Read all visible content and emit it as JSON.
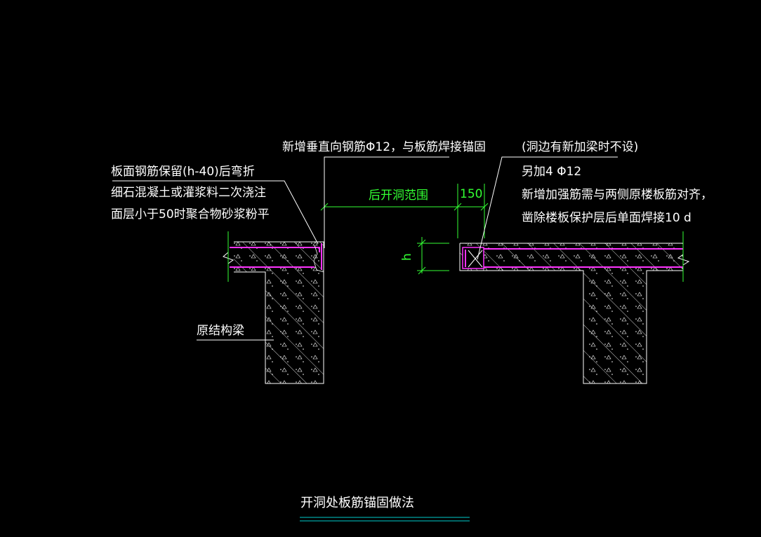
{
  "labels": {
    "vertical_rebar": "新增垂直向钢筋Φ12，与板筋焊接锚固",
    "top_rebar_line1": "板面钢筋保留(h-40)后弯折",
    "top_rebar_line2": "细石混凝土或灌浆料二次浇注",
    "top_rebar_line3": "面层小于50时聚合物砂浆粉平",
    "beam": "原结构梁",
    "right_line1": "(洞边有新加梁时不设)",
    "right_line2": "另加4 Φ12",
    "right_line3": "新增加强筋需与两侧原楼板筋对齐，",
    "right_line4": "凿除楼板保护层后单面焊接10 d"
  },
  "dimensions": {
    "opening_range": "后开洞范围",
    "edge_150": "150",
    "h": "h"
  },
  "title": "开洞处板筋锚固做法",
  "colors": {
    "background": "#000000",
    "outline": "#ffffff",
    "rebar": "#ff33ff",
    "dimension": "#33ff33",
    "hatch": "#ffffff",
    "title_underline": "#00cccc"
  }
}
